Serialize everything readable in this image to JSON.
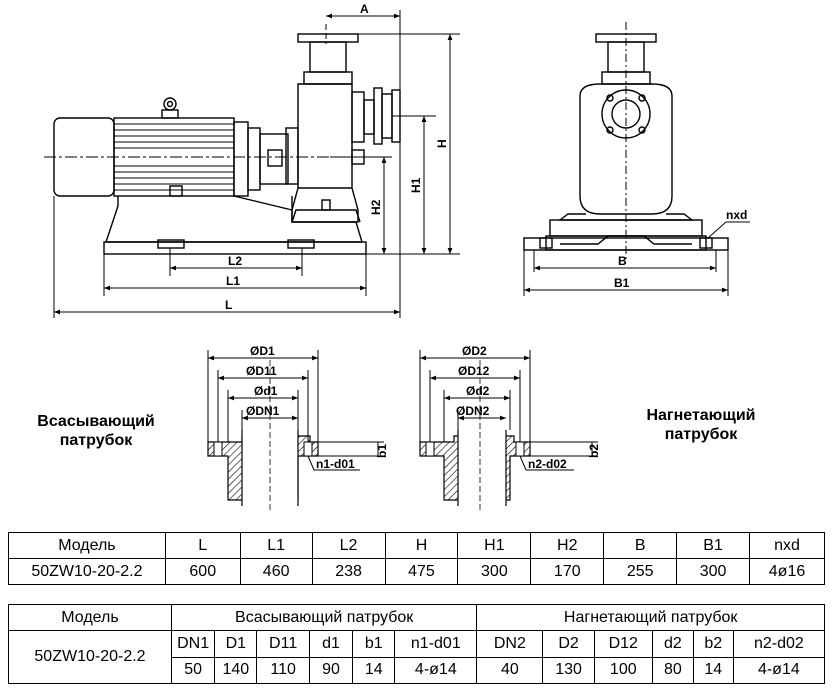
{
  "drawing": {
    "dims": {
      "A": "A",
      "H": "H",
      "H1": "H1",
      "H2": "H2",
      "L": "L",
      "L1": "L1",
      "L2": "L2",
      "B": "B",
      "B1": "B1",
      "nxd": "nxd",
      "D1": "ØD1",
      "D11": "ØD11",
      "d1": "Ød1",
      "DN1": "ØDN1",
      "b1": "b1",
      "n1d01": "n1-d01",
      "D2": "ØD2",
      "D12": "ØD12",
      "d2": "Ød2",
      "DN2": "ØDN2",
      "b2": "b2",
      "n2d02": "n2-d02"
    },
    "suction_caption": "Всасывающий патрубок",
    "discharge_caption": "Нагнетающий патрубок"
  },
  "table1": {
    "headers": [
      "Модель",
      "L",
      "L1",
      "L2",
      "H",
      "H1",
      "H2",
      "B",
      "B1",
      "nxd"
    ],
    "row": [
      "50ZW10-20-2.2",
      "600",
      "460",
      "238",
      "475",
      "300",
      "170",
      "255",
      "300",
      "4ø16"
    ]
  },
  "table2": {
    "model_header": "Модель",
    "model": "50ZW10-20-2.2",
    "suction_group": "Всасывающий патрубок",
    "discharge_group": "Нагнетающий патрубок",
    "suction_headers": [
      "DN1",
      "D1",
      "D11",
      "d1",
      "b1",
      "n1-d01"
    ],
    "suction_values": [
      "50",
      "140",
      "110",
      "90",
      "14",
      "4-ø14"
    ],
    "discharge_headers": [
      "DN2",
      "D2",
      "D12",
      "d2",
      "b2",
      "n2-d02"
    ],
    "discharge_values": [
      "40",
      "130",
      "100",
      "80",
      "14",
      "4-ø14"
    ]
  }
}
